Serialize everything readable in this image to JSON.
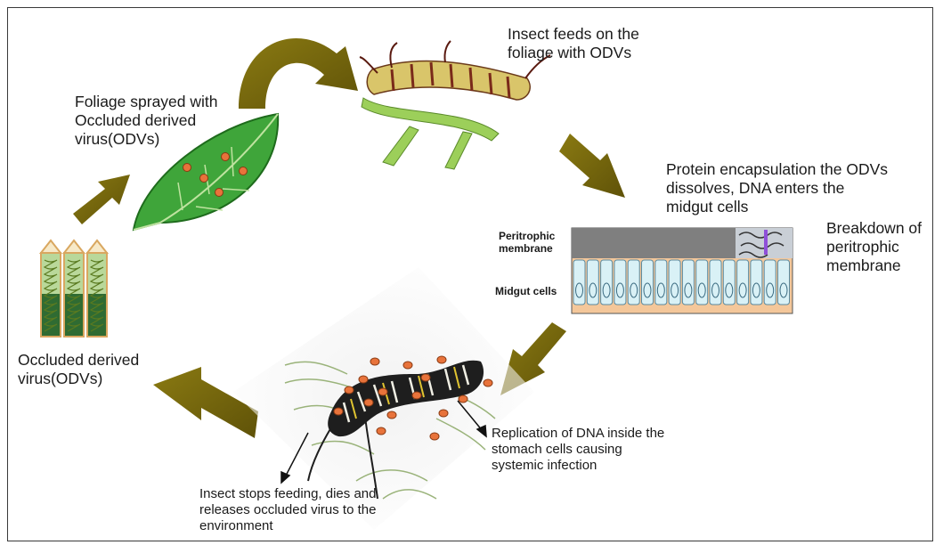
{
  "colors": {
    "arrow": "#7a6a0b",
    "leaf": "#3fa53a",
    "virion": "#e8733b",
    "membrane": "#7f7f7f",
    "midgut": "#d9f1f6",
    "tissue": "#f4c79a"
  },
  "labels": {
    "foliage_sprayed": [
      "Foliage sprayed with",
      "Occluded derived",
      "virus(ODVs)"
    ],
    "insect_feeds": [
      "Insect feeds on the",
      "foliage with ODVs"
    ],
    "protein_encapsulation": [
      "Protein encapsulation the ODVs",
      "dissolves, DNA enters the",
      "midgut cells"
    ],
    "breakdown": [
      "Breakdown of",
      "peritrophic",
      "membrane"
    ],
    "peritrophic_membrane": [
      "Peritrophic",
      "membrane"
    ],
    "midgut_cells": "Midgut cells",
    "occluded_derived": [
      "Occluded derived",
      "virus(ODVs)"
    ],
    "replication": [
      "Replication of DNA inside the",
      "stomach cells causing",
      "systemic infection"
    ],
    "insect_stops": [
      "Insect stops feeding, dies and",
      "releases occluded virus to the",
      "environment"
    ]
  },
  "icons": [
    "curved-arrow-icon",
    "leaf-icon",
    "caterpillar-icon",
    "midgut-cross-section-icon",
    "virion-rods-icon",
    "dead-caterpillar-icon"
  ]
}
